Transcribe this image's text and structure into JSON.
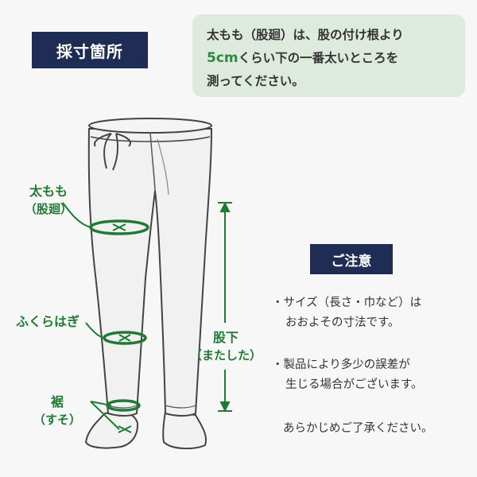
{
  "header": {
    "title": "採寸箇所"
  },
  "info": {
    "line1": "太もも（股廻）は、股の付け根より",
    "line2_highlight": "5cm",
    "line2_rest": "くらい下の一番太いところを",
    "line3": "測ってください。"
  },
  "labels": {
    "thigh": "太もも",
    "thigh_sub": "（股廻）",
    "calf": "ふくらはぎ",
    "hem": "裾",
    "hem_sub": "（すそ）",
    "inseam": "股下",
    "inseam_sub": "（またした）"
  },
  "notes": {
    "title": "ご注意",
    "item1_a": "・サイズ（長さ・巾など）は",
    "item1_b": "おおよその寸法です。",
    "item2_a": "・製品により多少の誤差が",
    "item2_b": "生じる場合がございます。",
    "closing": "あらかじめご了承ください。"
  },
  "colors": {
    "navy": "#1f2d55",
    "green": "#1f7a33",
    "highlight_green": "#2c8a3f",
    "info_bg": "#dfeadf"
  }
}
